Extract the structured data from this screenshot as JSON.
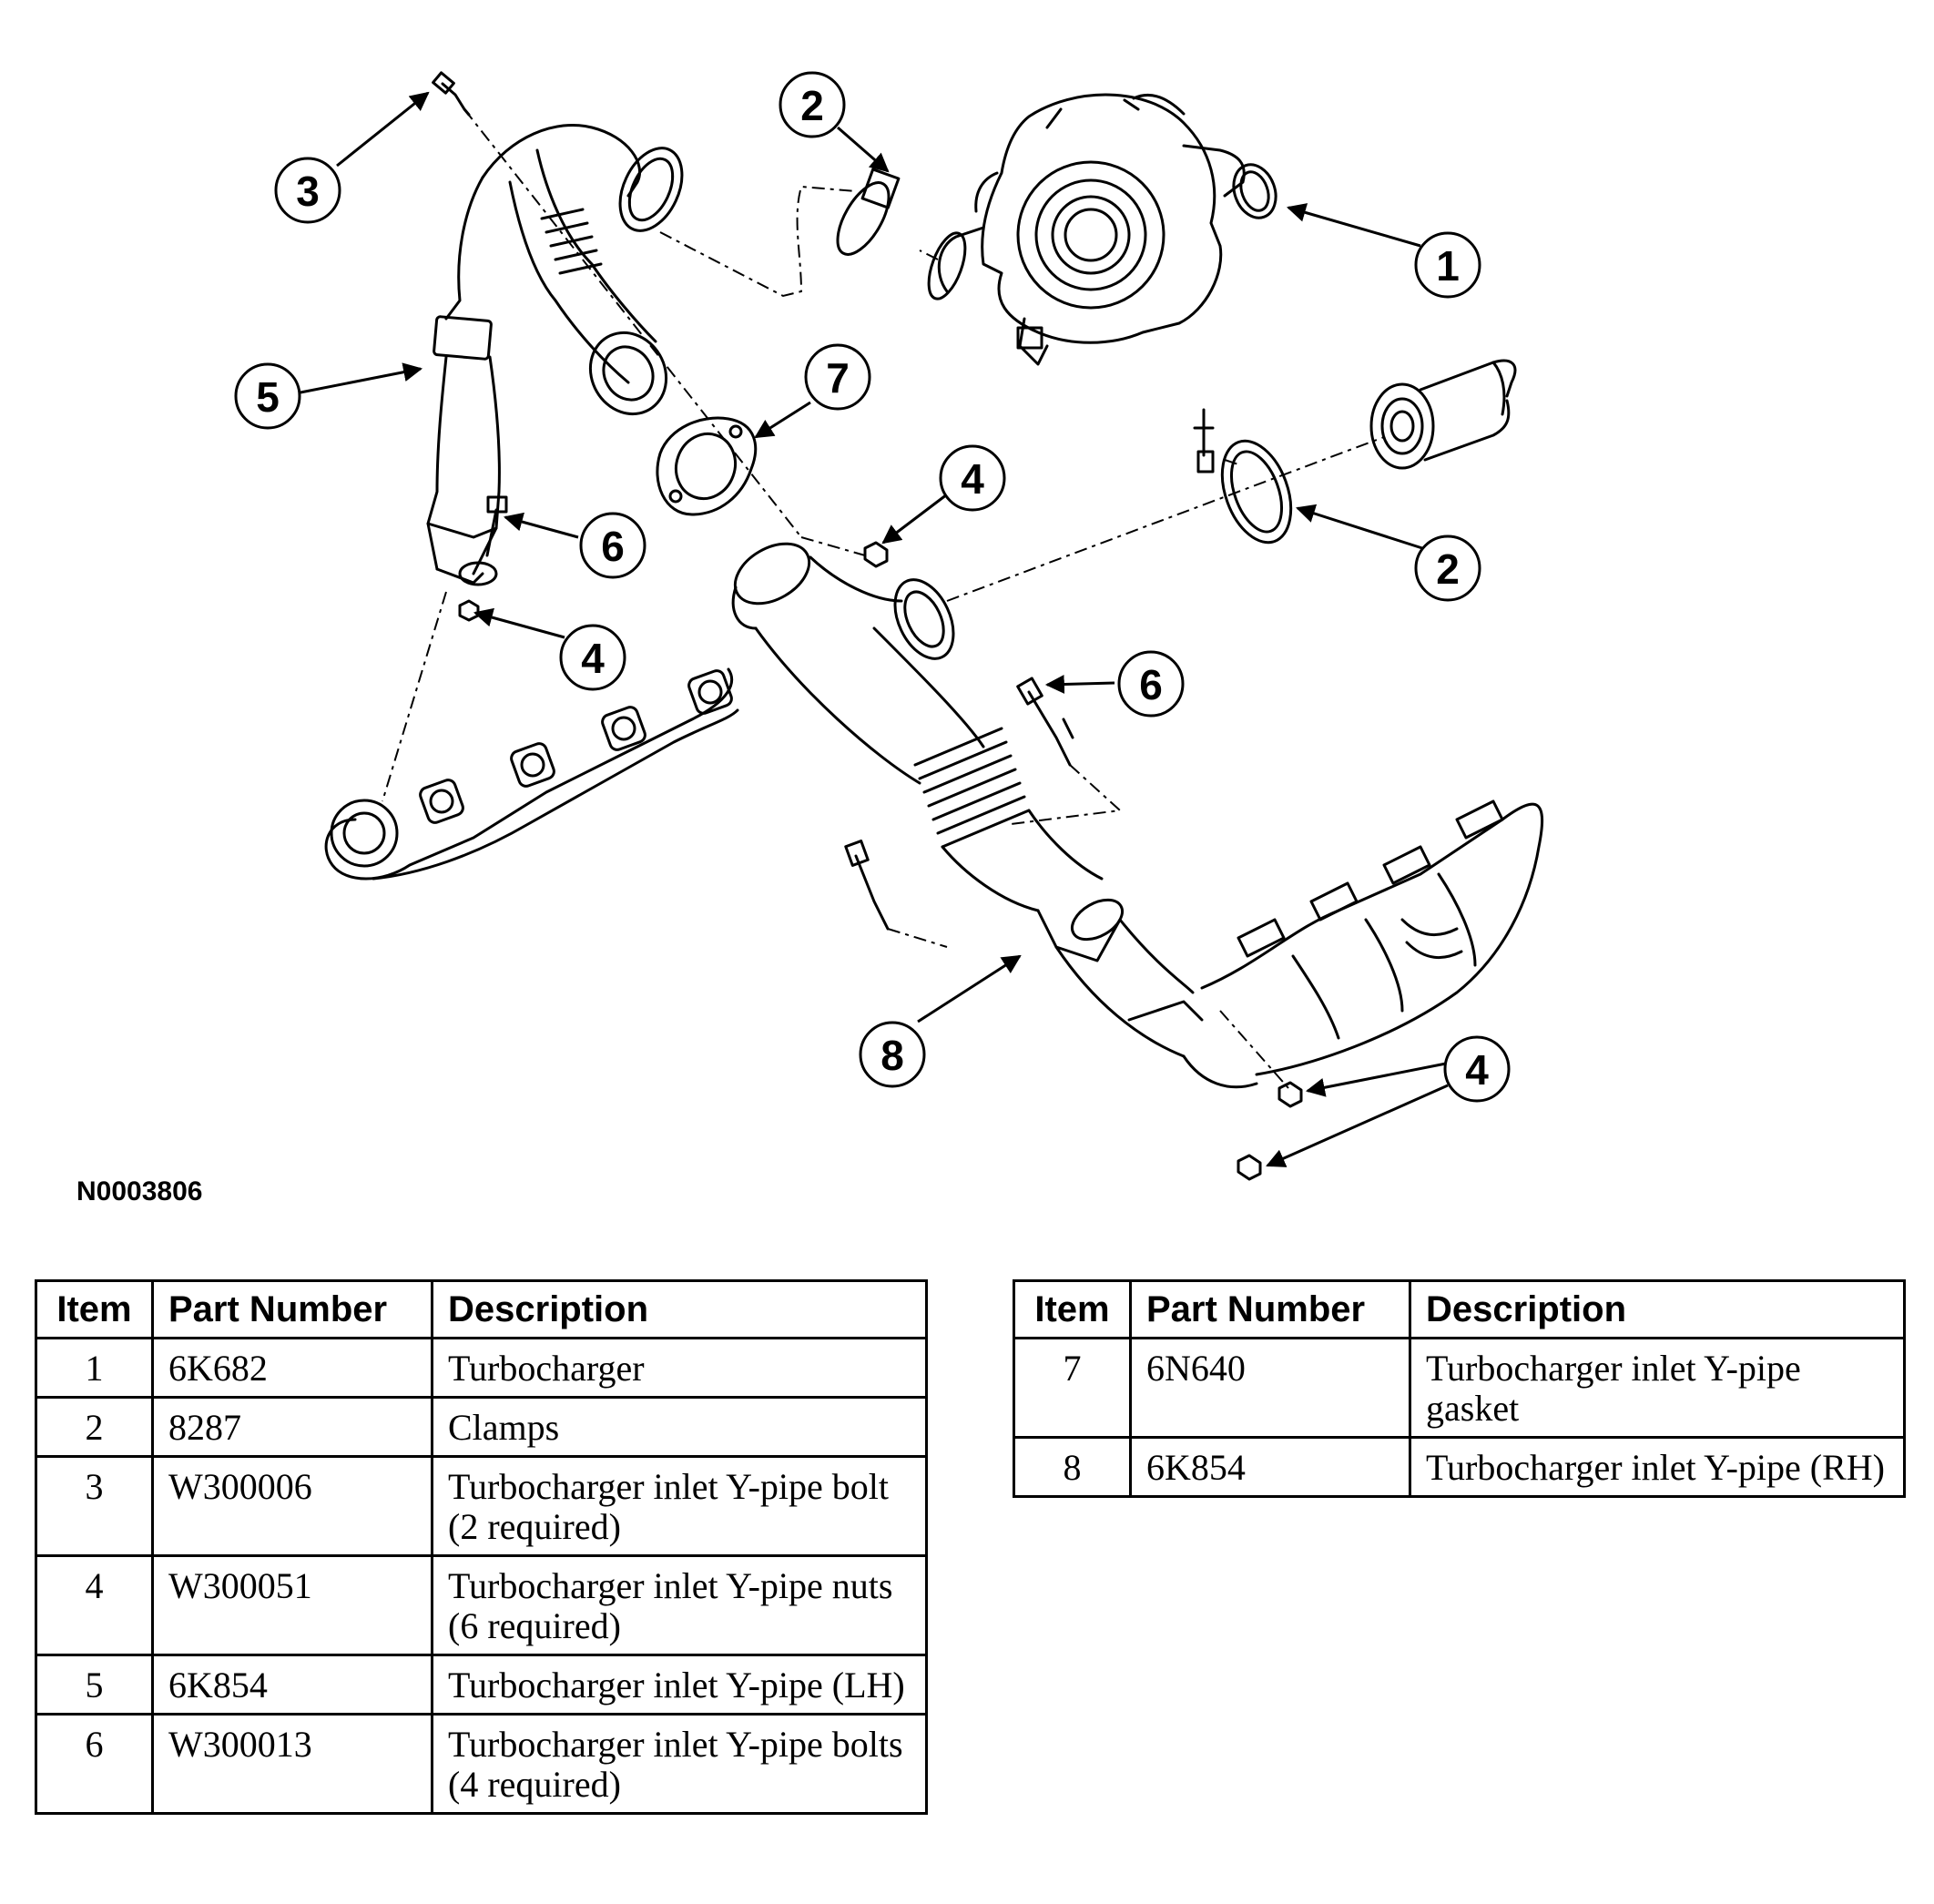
{
  "figure_id": "N0003806",
  "callouts": [
    {
      "id": "callout-1",
      "label": "1"
    },
    {
      "id": "callout-2a",
      "label": "2"
    },
    {
      "id": "callout-2b",
      "label": "2"
    },
    {
      "id": "callout-3",
      "label": "3"
    },
    {
      "id": "callout-4a",
      "label": "4"
    },
    {
      "id": "callout-4b",
      "label": "4"
    },
    {
      "id": "callout-4c",
      "label": "4"
    },
    {
      "id": "callout-5",
      "label": "5"
    },
    {
      "id": "callout-6a",
      "label": "6"
    },
    {
      "id": "callout-6b",
      "label": "6"
    },
    {
      "id": "callout-7",
      "label": "7"
    },
    {
      "id": "callout-8",
      "label": "8"
    }
  ],
  "table_headers": {
    "item": "Item",
    "part_number": "Part Number",
    "description": "Description"
  },
  "parts_left": [
    {
      "item": "1",
      "part_number": "6K682",
      "description": "Turbocharger"
    },
    {
      "item": "2",
      "part_number": "8287",
      "description": "Clamps"
    },
    {
      "item": "3",
      "part_number": "W300006",
      "description": "Turbocharger inlet Y-pipe bolt (2 required)"
    },
    {
      "item": "4",
      "part_number": "W300051",
      "description": "Turbocharger inlet Y-pipe nuts (6 required)"
    },
    {
      "item": "5",
      "part_number": "6K854",
      "description": "Turbocharger inlet Y-pipe (LH)"
    },
    {
      "item": "6",
      "part_number": "W300013",
      "description": "Turbocharger inlet Y-pipe bolts (4 required)"
    }
  ],
  "parts_right": [
    {
      "item": "7",
      "part_number": "6N640",
      "description": "Turbocharger inlet Y-pipe gasket"
    },
    {
      "item": "8",
      "part_number": "6K854",
      "description": "Turbocharger inlet Y-pipe (RH)"
    }
  ]
}
